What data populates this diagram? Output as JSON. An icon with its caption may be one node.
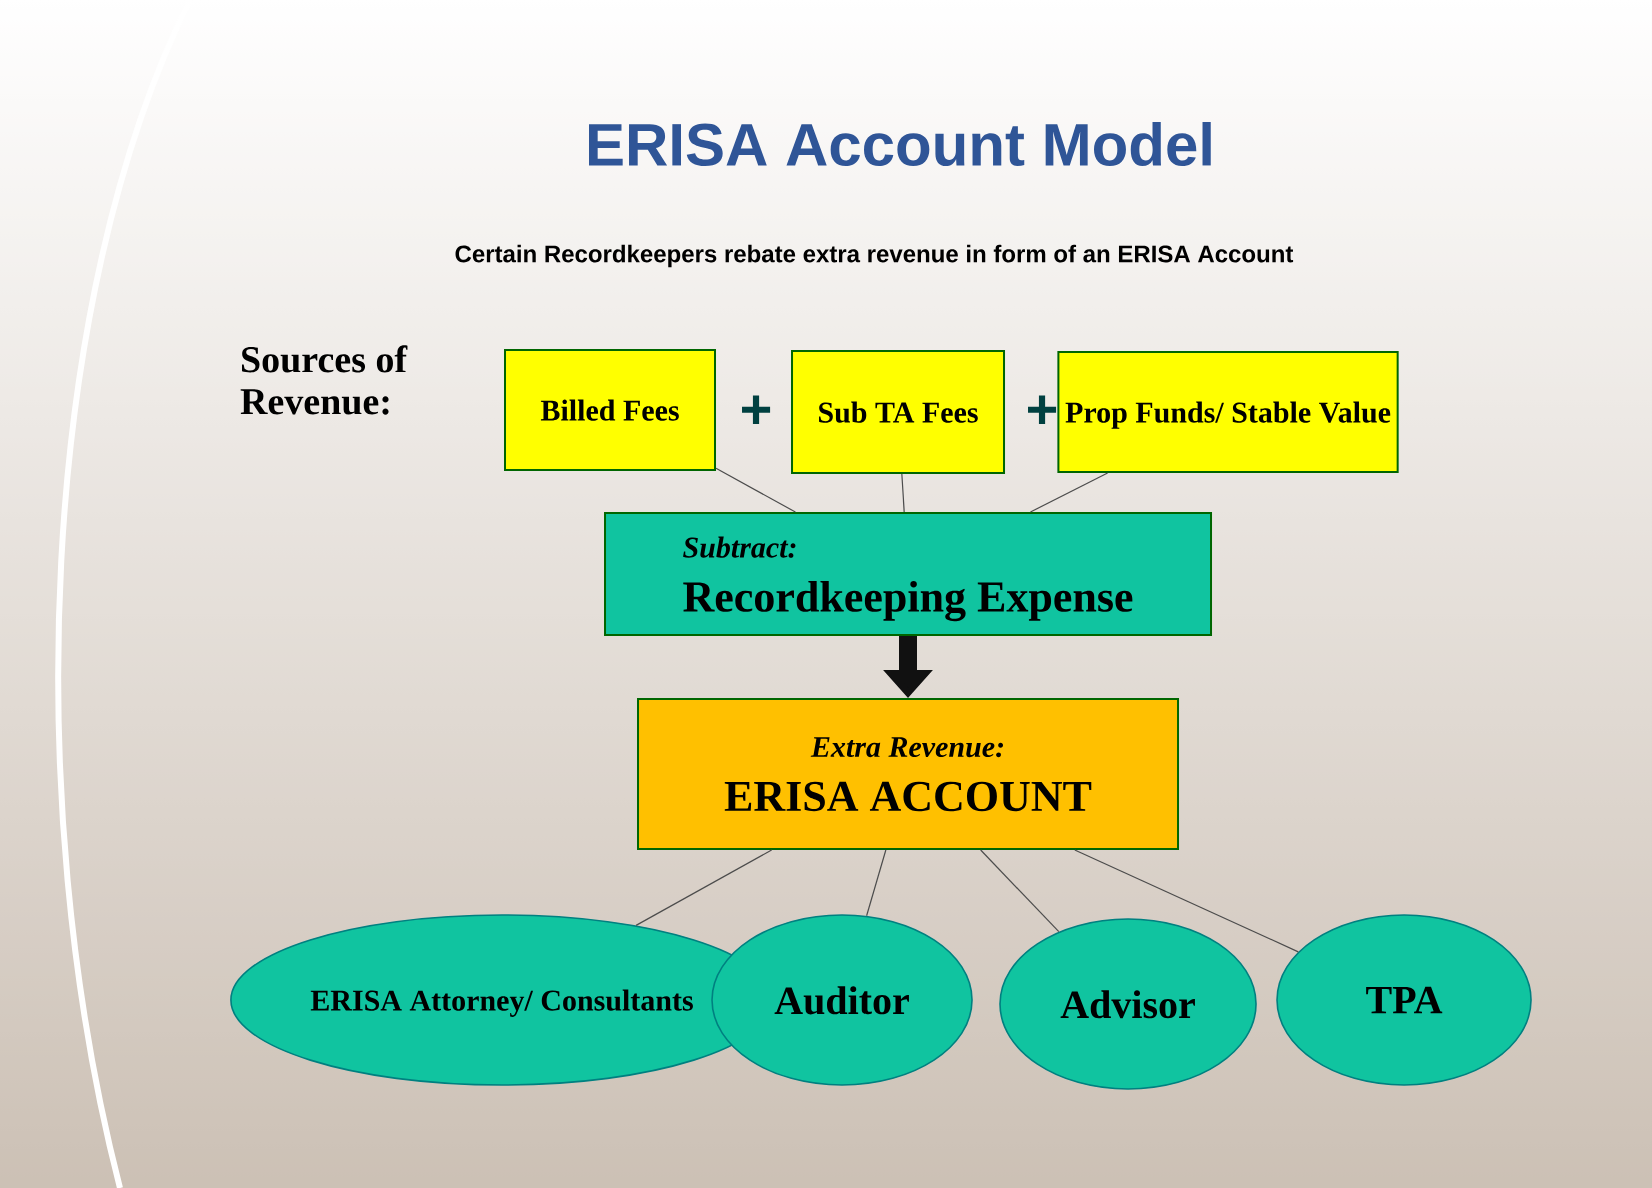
{
  "diagram": {
    "title": "ERISA Account Model",
    "nodes": [
      {
        "text": [
          "Billed Fees"
        ]
      },
      {
        "text": [
          "Sub TA Fees"
        ]
      },
      {
        "text": [
          "Prop Funds/ Stable Value"
        ]
      },
      {
        "text": [
          "Subtract:",
          "Recordkeeping Expense"
        ]
      },
      {
        "text": [
          "Extra Revenue:",
          "ERISA ACCOUNT"
        ]
      },
      {
        "text": [
          "ERISA Attorney/ Consultants"
        ]
      },
      {
        "text": [
          "Auditor"
        ]
      },
      {
        "text": [
          "Advisor"
        ]
      },
      {
        "text": [
          "TPA"
        ]
      }
    ],
    "edges": [
      {
        "from": 0,
        "to": 3,
        "arrow": "none"
      },
      {
        "from": 1,
        "to": 3,
        "arrow": "none"
      },
      {
        "from": 2,
        "to": 3,
        "arrow": "none"
      },
      {
        "from": 3,
        "to": 4,
        "arrow": "to",
        "style": "thick",
        "color": "#111111"
      },
      {
        "from": 4,
        "to": 5,
        "arrow": "none"
      },
      {
        "from": 4,
        "to": 6,
        "arrow": "none"
      },
      {
        "from": 4,
        "to": 7,
        "arrow": "none"
      },
      {
        "from": 4,
        "to": 8,
        "arrow": "none"
      }
    ],
    "labels": [
      "Certain Recordkeepers rebate extra revenue in form of an ERISA Account",
      "Sources of Revenue:",
      "+",
      "+"
    ]
  }
}
